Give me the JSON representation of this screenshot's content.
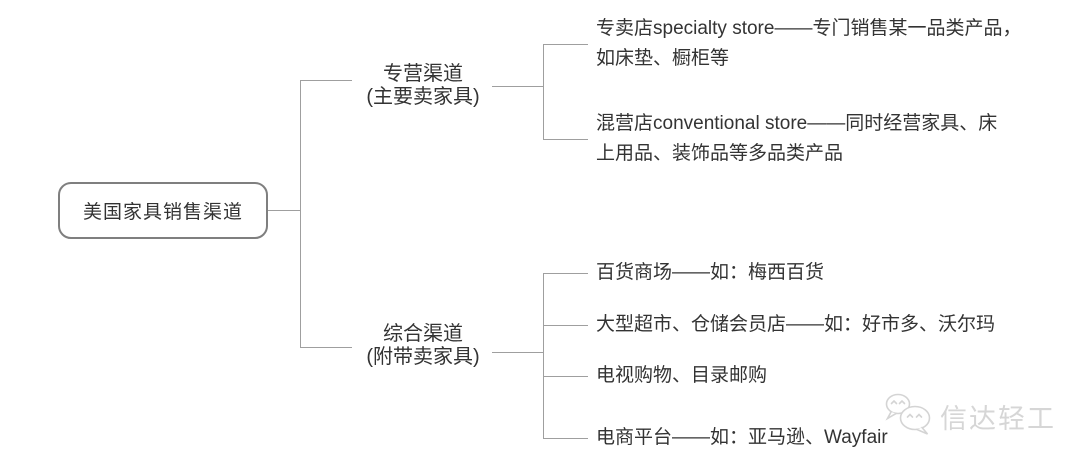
{
  "diagram": {
    "root": {
      "label": "美国家具销售渠道"
    },
    "branches": [
      {
        "label": "专营渠道",
        "sublabel": "(主要卖家具)",
        "leaves": [
          {
            "lines": [
              "专卖店specialty store——专门销售某一品类产品，",
              "如床垫、橱柜等"
            ]
          },
          {
            "lines": [
              "混营店conventional store——同时经营家具、床",
              "上用品、装饰品等多品类产品"
            ]
          }
        ]
      },
      {
        "label": "综合渠道",
        "sublabel": "(附带卖家具)",
        "leaves": [
          {
            "lines": [
              "百货商场——如：梅西百货"
            ]
          },
          {
            "lines": [
              "大型超市、仓储会员店——如：好市多、沃尔玛"
            ]
          },
          {
            "lines": [
              "电视购物、目录邮购"
            ]
          },
          {
            "lines": [
              "电商平台——如：亚马逊、Wayfair"
            ]
          }
        ]
      }
    ],
    "watermark": {
      "text": "信达轻工",
      "icon": "wechat-icon"
    },
    "colors": {
      "background": "#ffffff",
      "line": "#9f9f9f",
      "text": "#333333",
      "box_border": "#7f7f7f",
      "watermark": "#d6d6d6"
    }
  }
}
